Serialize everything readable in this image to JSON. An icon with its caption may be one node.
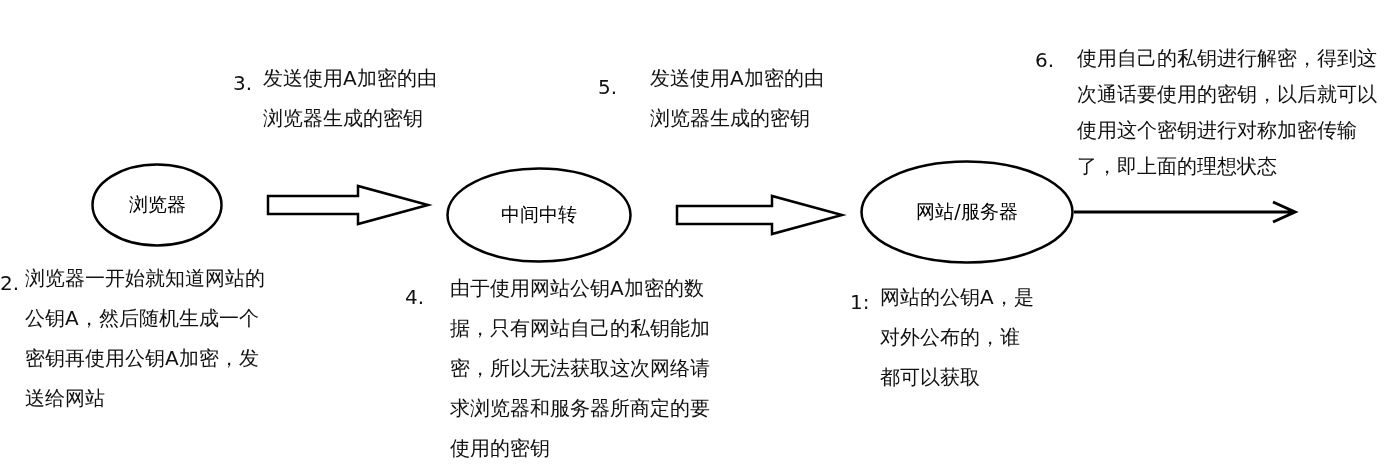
{
  "diagram": {
    "nodes": [
      {
        "text": [
          "浏览器"
        ]
      },
      {
        "text": [
          "中间中转"
        ]
      },
      {
        "text": [
          "网站/服务器"
        ]
      }
    ],
    "edges": [
      {
        "from": 0,
        "to": 1,
        "arrow": "to"
      },
      {
        "from": 1,
        "to": 2,
        "arrow": "to"
      },
      {
        "from": 2,
        "to": null,
        "arrow": "to"
      }
    ],
    "labels": [
      "3.",
      "发送使用A加密的由浏览器生成的密钥",
      "5.",
      "发送使用A加密的由浏览器生成的密钥",
      "6.",
      "使用自己的私钥进行解密，得到这次通话要使用的密钥，以后就可以使用这个密钥进行对称加密传输了，即上面的理想状态",
      "2.",
      "浏览器一开始就知道网站的公钥A，然后随机生成一个密钥再使用公钥A加密，发送给网站",
      "4.",
      "由于使用网站公钥A加密的数据，只有网站自己的私钥能加密，所以无法获取这次网络请求浏览器和服务器所商定的要使用的密钥",
      "1:",
      "网站的公钥A，是对外公布的，谁都可以获取"
    ]
  }
}
